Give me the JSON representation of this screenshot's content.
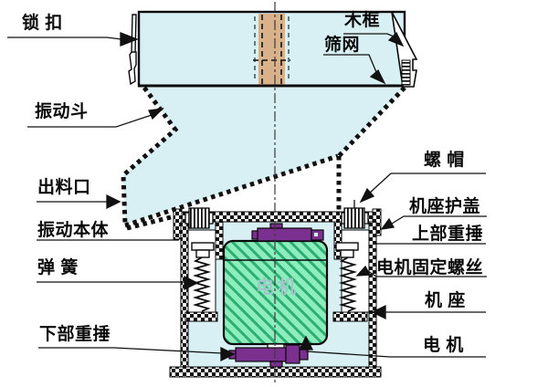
{
  "diagram": {
    "type": "vibrating-sieve-machine-cross-section",
    "labels": {
      "lock": "锁 扣",
      "wood_frame": "木框",
      "sieve_mesh": "筛网",
      "hopper": "振动斗",
      "outlet": "出料口",
      "nut": "螺 帽",
      "base_cover": "机座护盖",
      "vibration_body": "振动本体",
      "upper_weight": "上部重捶",
      "spring": "弹 簧",
      "motor_screw": "电机固定螺丝",
      "base": "机 座",
      "lower_weight": "下部重捶",
      "motor": "电 机",
      "motor_block_text": "电机"
    },
    "colors": {
      "panel_cyan": "#d8eff3",
      "wood_tan": "#d9b28c",
      "motor_green": "#8ceebc",
      "motor_hatch_green": "#2fae74",
      "weight_purple": "#7b2f8f",
      "motor_text": "#9fc7c9",
      "line": "#0a0a0a"
    }
  }
}
